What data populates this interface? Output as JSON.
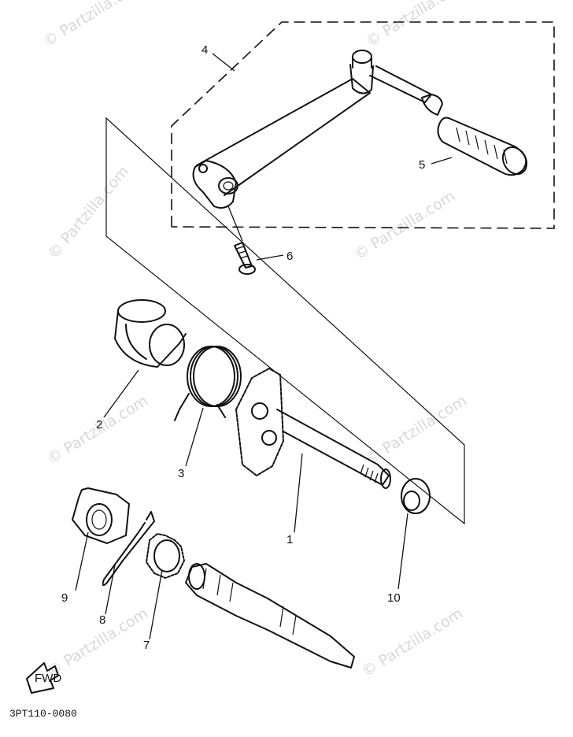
{
  "diagram": {
    "watermark": "© Partzilla.com",
    "drawing_code": "3PT110-0080",
    "fwd_label": "FWD",
    "callouts": [
      {
        "id": "1",
        "label": "1"
      },
      {
        "id": "2",
        "label": "2"
      },
      {
        "id": "3",
        "label": "3"
      },
      {
        "id": "4",
        "label": "4"
      },
      {
        "id": "5",
        "label": "5"
      },
      {
        "id": "6",
        "label": "6"
      },
      {
        "id": "7",
        "label": "7"
      },
      {
        "id": "8",
        "label": "8"
      },
      {
        "id": "9",
        "label": "9"
      },
      {
        "id": "10",
        "label": "10"
      }
    ]
  }
}
